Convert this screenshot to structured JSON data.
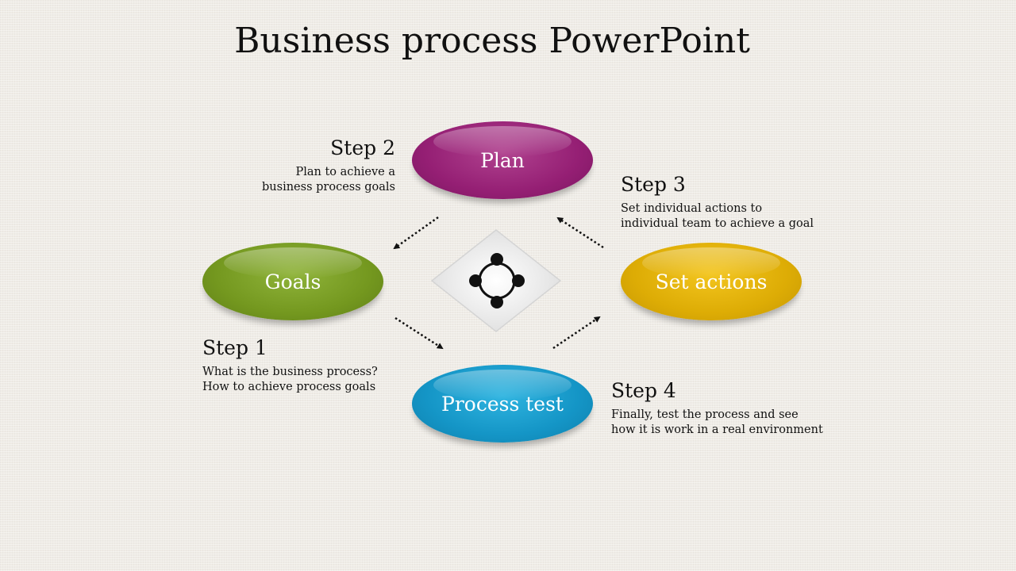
{
  "title": "Business process PowerPoint",
  "nodes": {
    "plan": "Plan",
    "goals": "Goals",
    "set_actions": "Set actions",
    "process_test": "Process test"
  },
  "center_icon": "process-cycle-icon",
  "steps": [
    {
      "label": "Step 1",
      "lines": [
        "What is the business process?",
        "How to achieve process goals"
      ]
    },
    {
      "label": "Step 2",
      "lines": [
        "Plan to achieve a",
        "business process goals"
      ]
    },
    {
      "label": "Step 3",
      "lines": [
        "Set individual actions to",
        "individual team to achieve a goal"
      ]
    },
    {
      "label": "Step 4",
      "lines": [
        "Finally, test the process and see",
        "how it is work in a real environment"
      ]
    }
  ],
  "colors": {
    "plan": "#951f74",
    "goals": "#74981f",
    "set_actions": "#ddac05",
    "process_test": "#1495c6"
  }
}
